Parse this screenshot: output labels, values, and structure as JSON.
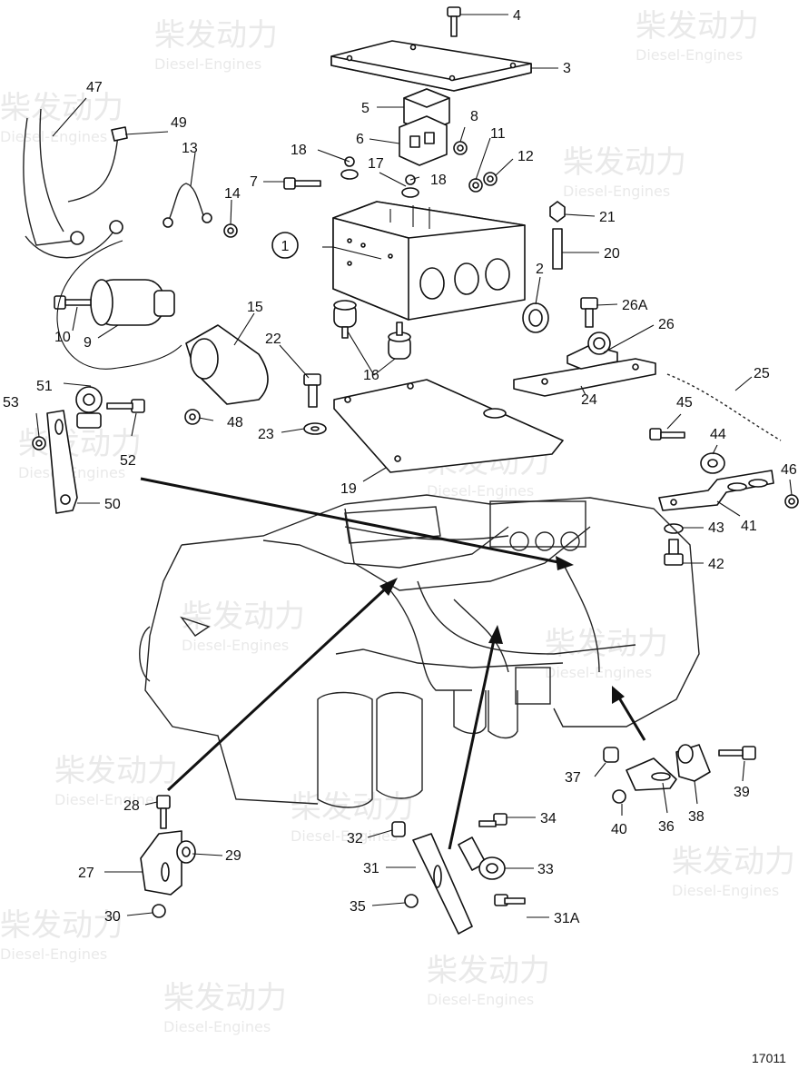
{
  "figure_number": "17011",
  "callout_circled": "1",
  "watermark": {
    "cn": "柴发动力",
    "en": "Diesel-Engines"
  },
  "labels": {
    "p2": "2",
    "p3": "3",
    "p4": "4",
    "p5": "5",
    "p6": "6",
    "p7": "7",
    "p8": "8",
    "p9": "9",
    "p10": "10",
    "p11": "11",
    "p12": "12",
    "p13": "13",
    "p14": "14",
    "p15": "15",
    "p16": "16",
    "p17": "17",
    "p18a": "18",
    "p18b": "18",
    "p19": "19",
    "p20": "20",
    "p21": "21",
    "p22": "22",
    "p23": "23",
    "p24": "24",
    "p25": "25",
    "p26": "26",
    "p26a": "26A",
    "p27": "27",
    "p28": "28",
    "p29": "29",
    "p30": "30",
    "p31": "31",
    "p31a": "31A",
    "p32": "32",
    "p33": "33",
    "p34": "34",
    "p35": "35",
    "p36": "36",
    "p37": "37",
    "p38": "38",
    "p39": "39",
    "p40": "40",
    "p41": "41",
    "p42": "42",
    "p43": "43",
    "p44": "44",
    "p45": "45",
    "p46": "46",
    "p47": "47",
    "p48": "48",
    "p49": "49",
    "p50": "50",
    "p51": "51",
    "p52": "52",
    "p53": "53"
  },
  "colors": {
    "line": "#111111",
    "watermark": "#d8d8d8",
    "background": "#ffffff"
  }
}
